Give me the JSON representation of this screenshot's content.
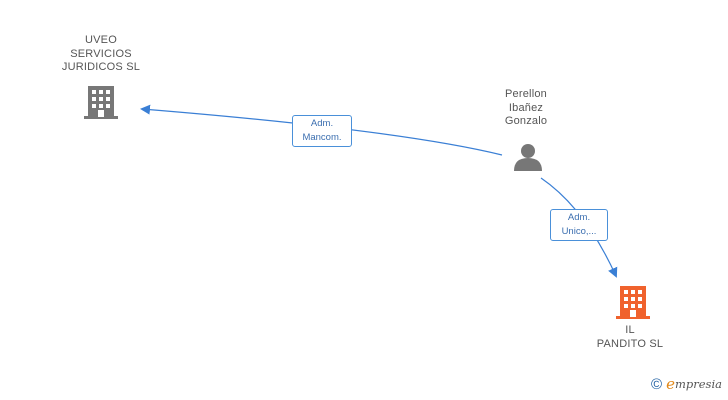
{
  "nodes": [
    {
      "id": "uveo",
      "type": "company",
      "label": "UVEO\nSERVICIOS\nJURIDICOS SL",
      "color": "#777777",
      "icon": "building-icon"
    },
    {
      "id": "perellon",
      "type": "person",
      "label": "Perellon\nIbañez\nGonzalo",
      "color": "#777777",
      "icon": "person-icon"
    },
    {
      "id": "il_pandito",
      "type": "company",
      "label": "IL\nPANDITO SL",
      "color": "#f0622d",
      "icon": "building-icon"
    }
  ],
  "edges": [
    {
      "from": "perellon",
      "to": "uveo",
      "label_lines": [
        "Adm.",
        "Mancom."
      ]
    },
    {
      "from": "perellon",
      "to": "il_pandito",
      "label_lines": [
        "Adm.",
        "Unico,..."
      ]
    }
  ],
  "colors": {
    "edge": "#3a7fd5",
    "label_border": "#4a90d9",
    "label_text": "#3c6fb0",
    "node_gray": "#777777",
    "company_highlight": "#f0622d",
    "brand_orange": "#e2891a"
  },
  "brand": {
    "copyright": "©",
    "e_letter": "e",
    "rest": "mpresia"
  }
}
